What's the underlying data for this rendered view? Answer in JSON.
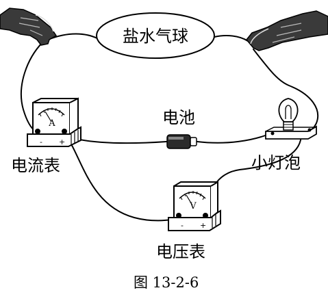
{
  "labels": {
    "balloon": "盐水气球",
    "battery": "电池",
    "ammeter": "电流表",
    "bulb": "小灯泡",
    "voltmeter": "电压表"
  },
  "meters": {
    "ammeter_letter": "A",
    "voltmeter_letter": "V",
    "minus_sign": "-",
    "plus_sign": "+"
  },
  "caption": "图 13-2-6",
  "icons": {
    "left_hand": "hand-icon",
    "right_hand": "hand-icon",
    "bulb": "light-bulb-icon",
    "battery": "battery-icon"
  }
}
